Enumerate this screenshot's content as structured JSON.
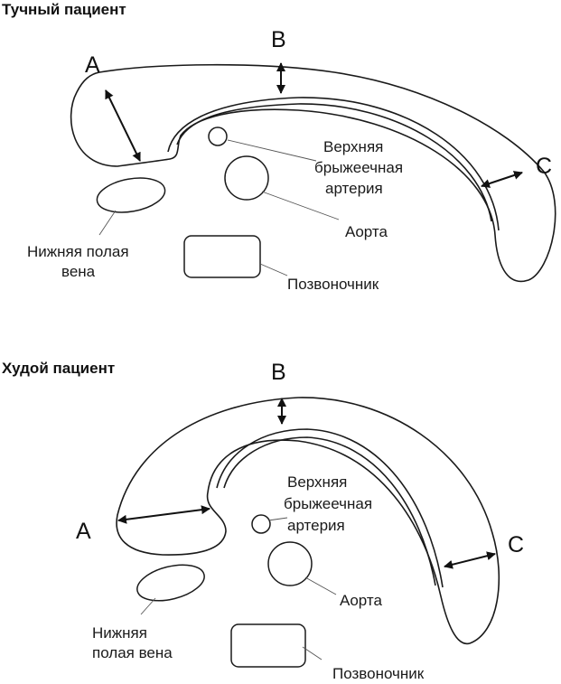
{
  "panels": {
    "obese": {
      "title": "Тучный пациент",
      "measure_a": "A",
      "measure_b": "B",
      "measure_c": "C",
      "sma_line1": "Верхняя",
      "sma_line2": "брыжеечная",
      "sma_line3": "артерия",
      "aorta": "Аорта",
      "ivc_line1": "Нижняя полая",
      "ivc_line2": "вена",
      "spine": "Позвоночник"
    },
    "thin": {
      "title": "Худой пациент",
      "measure_a": "A",
      "measure_b": "B",
      "measure_c": "C",
      "sma_line1": "Верхняя",
      "sma_line2": "брыжеечная",
      "sma_line3": "артерия",
      "aorta": "Аорта",
      "ivc_line1": "Нижняя",
      "ivc_line2": "полая вена",
      "spine": "Позвоночник"
    }
  }
}
